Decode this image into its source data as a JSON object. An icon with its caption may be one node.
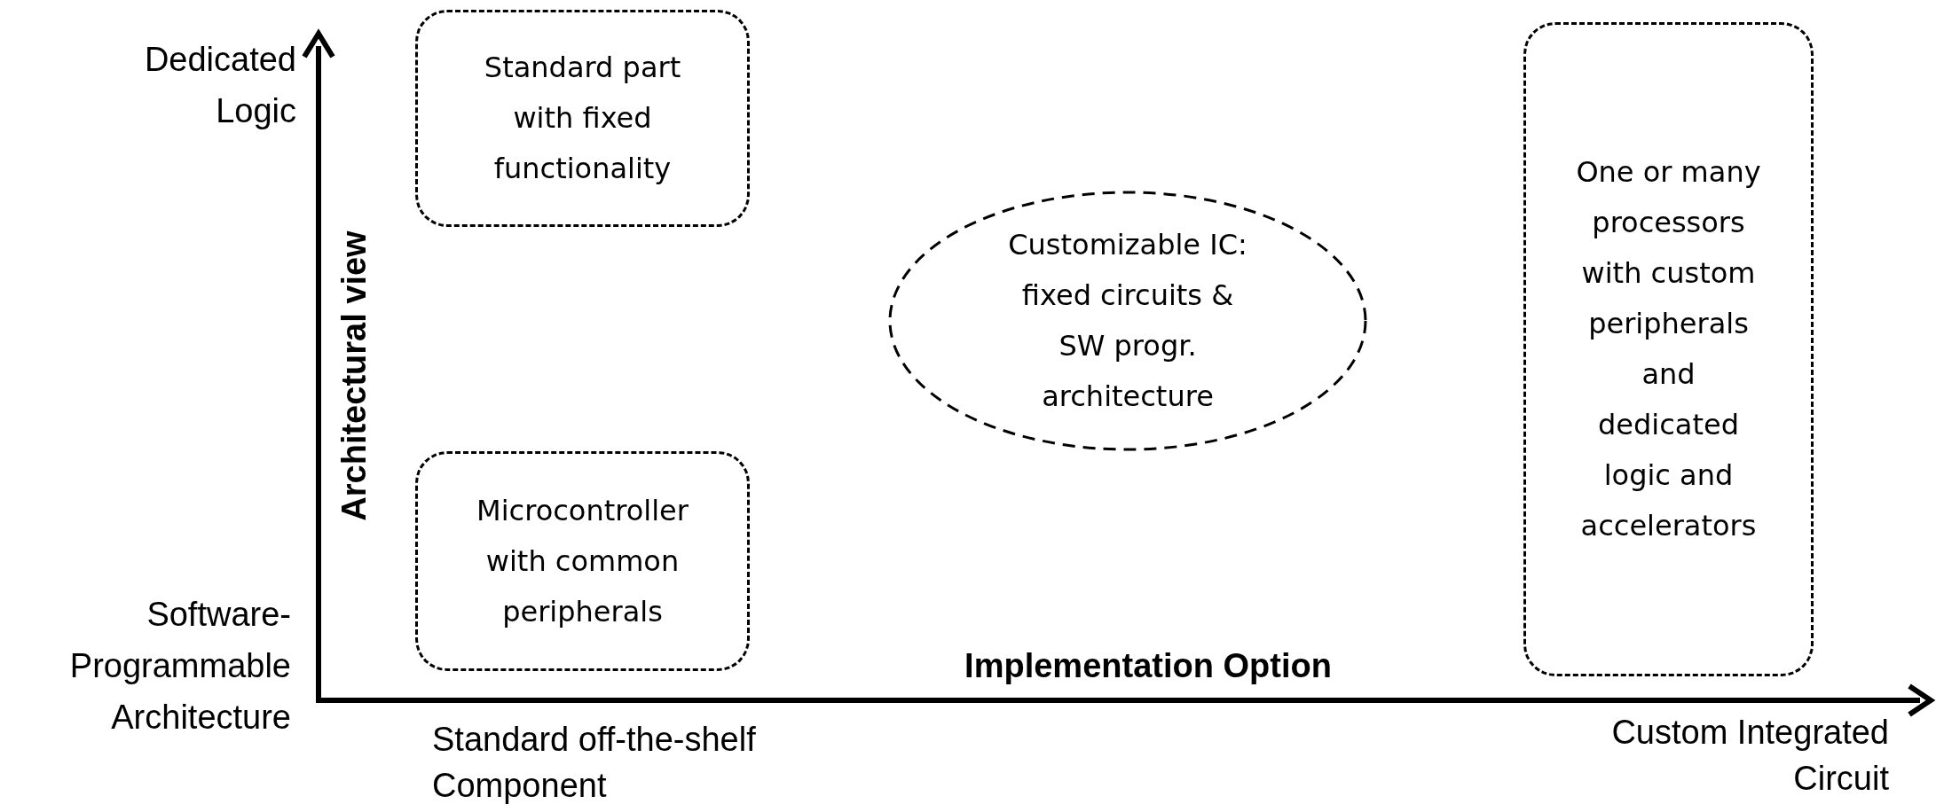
{
  "diagram": {
    "nodes": [
      {
        "text": [
          "Standard part with fixed functionality"
        ]
      },
      {
        "text": [
          "Customizable IC: fixed circuits & SW progr. architecture"
        ]
      },
      {
        "text": [
          "One or many processors with custom peripherals and dedicated logic and accelerators"
        ]
      },
      {
        "text": [
          "Microcontroller with common peripherals"
        ]
      }
    ],
    "labels": [
      "Dedicated Logic",
      "Architectural view",
      "Software-Programmable Architecture",
      "Implementation Option",
      "Standard off-the-shelf Component",
      "Custom Integrated Circuit"
    ]
  }
}
